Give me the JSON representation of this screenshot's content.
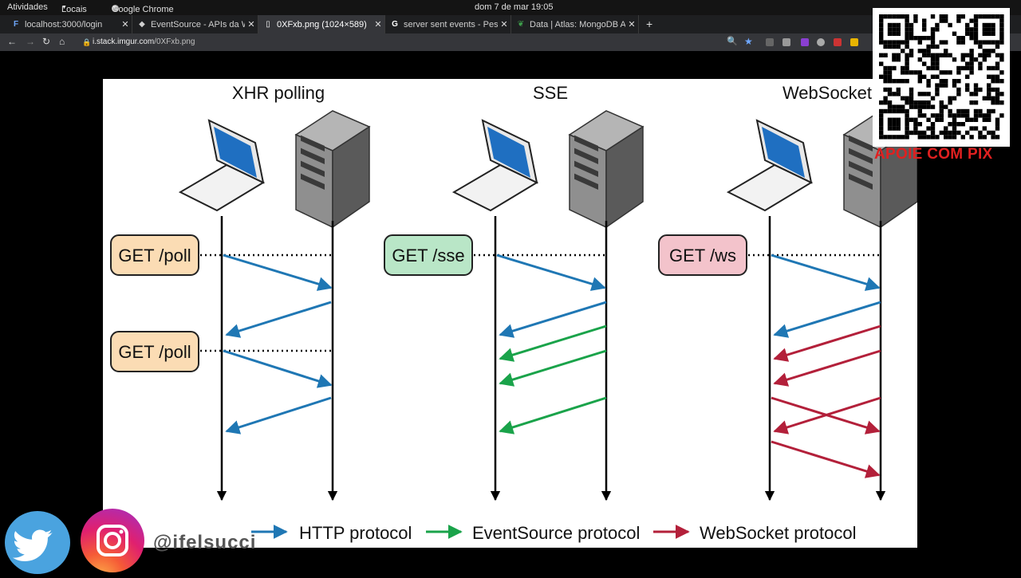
{
  "topbar": {
    "activities": "Atividades",
    "places": "Locais",
    "app": "Google Chrome",
    "clock": "dom 7 de mar  19:05"
  },
  "tabs": [
    {
      "label": "localhost:3000/login",
      "icon": "figma-favicon-icon"
    },
    {
      "label": "EventSource - APIs da W",
      "icon": "mdn-favicon-icon"
    },
    {
      "label": "0XFxb.png (1024×589)",
      "icon": "image-favicon-icon",
      "active": true
    },
    {
      "label": "server sent events - Pes",
      "icon": "google-favicon-icon"
    },
    {
      "label": "Data | Atlas: MongoDB A",
      "icon": "mongodb-leaf-icon"
    }
  ],
  "url": {
    "host": "i.stack.imgur.com",
    "path": "/0XFxb.png"
  },
  "diagram": {
    "titles": {
      "xhr": "XHR polling",
      "sse": "SSE",
      "ws": "WebSocket"
    },
    "requests": {
      "xhr_1": "GET /poll",
      "xhr_2": "GET /poll",
      "sse": "GET /sse",
      "ws": "GET /ws"
    },
    "legend": {
      "http": "HTTP protocol",
      "eventsource": "EventSource protocol",
      "websocket": "WebSocket protocol"
    },
    "colors": {
      "http": "#1f77b4",
      "eventsource": "#1aa34a",
      "websocket": "#b3203a",
      "poll_box": "#fbdcb4",
      "sse_box": "#b9e6c7",
      "ws_box": "#f3c3cb"
    }
  },
  "overlay": {
    "pix_label": "APOIE COM PIX",
    "handle": "@ifelsucci"
  }
}
